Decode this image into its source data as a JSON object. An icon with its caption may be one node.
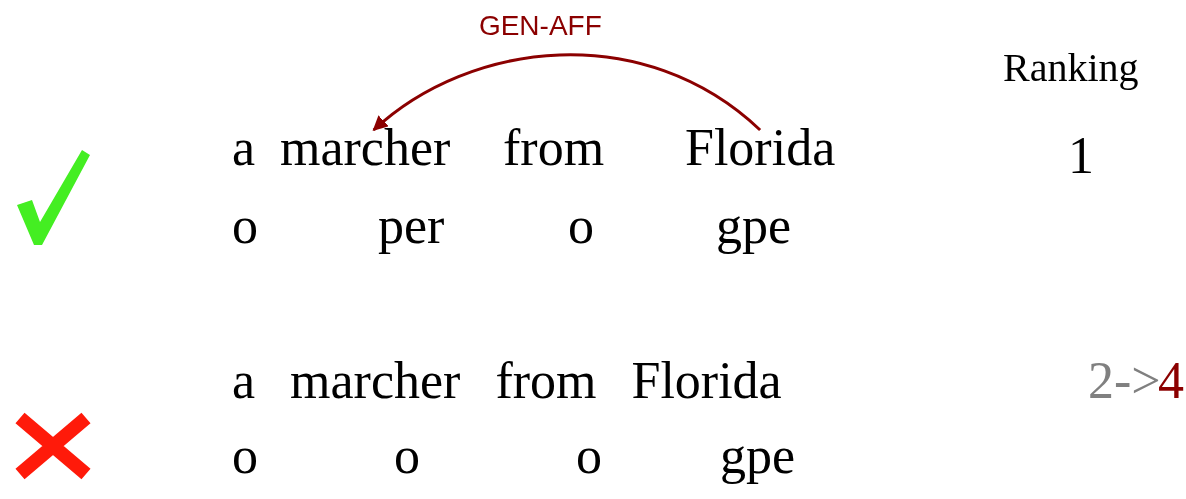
{
  "diagram": {
    "nodes": [
      {
        "text": [
          "marcher"
        ]
      },
      {
        "text": [
          "Florida"
        ]
      }
    ],
    "edges": [
      {
        "from": 1,
        "to": 0,
        "arrow": "to",
        "label": "GEN-AFF",
        "color": "#8b0000"
      }
    ],
    "labels": [
      "Ranking",
      "a",
      "from",
      "1",
      "o",
      "per",
      "o",
      "gpe",
      "a marcher from Florida",
      "2->",
      "4",
      "o",
      "o",
      "o",
      "gpe"
    ]
  }
}
